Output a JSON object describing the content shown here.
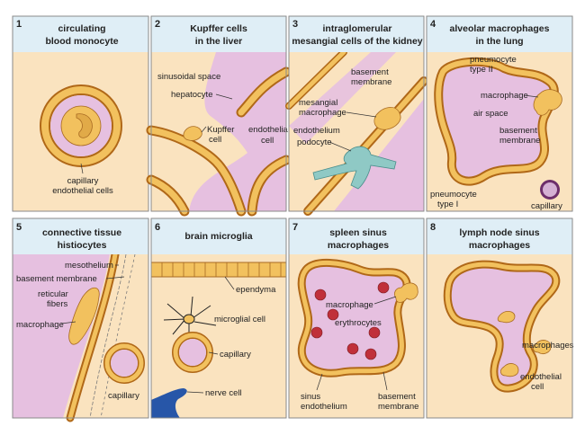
{
  "panels": [
    {
      "number": "1",
      "title": [
        "circulating",
        "blood monocyte"
      ],
      "labels": {
        "capillary": "capillary",
        "endothelial": "endothelial cells"
      }
    },
    {
      "number": "2",
      "title": [
        "Kupffer cells",
        "in the liver"
      ],
      "labels": {
        "sinusoidal": "sinusoidal space",
        "hepatocyte": "hepatocyte",
        "kupffer1": "Kupffer",
        "kupffer2": "cell",
        "endo1": "endothelial",
        "endo2": "cell"
      }
    },
    {
      "number": "3",
      "title": [
        "intraglomerular",
        "mesangial cells of the kidney"
      ],
      "labels": {
        "bm1": "basement",
        "bm2": "membrane",
        "mes1": "mesangial",
        "mes2": "macrophage",
        "endothelium": "endothelium",
        "podocyte": "podocyte"
      }
    },
    {
      "number": "4",
      "title": [
        "alveolar macrophages",
        "in the lung"
      ],
      "labels": {
        "p2a": "pneumocyte",
        "p2b": "type II",
        "macrophage": "macrophage",
        "airspace": "air space",
        "bm1": "basement",
        "bm2": "membrane",
        "p1a": "pneumocyte",
        "p1b": "type I",
        "capillary": "capillary"
      }
    },
    {
      "number": "5",
      "title": [
        "connective tissue",
        "histiocytes"
      ],
      "labels": {
        "mesothelium": "mesothelium",
        "bm": "basement membrane",
        "ret1": "reticular",
        "ret2": "fibers",
        "macrophage": "macrophage",
        "capillary": "capillary"
      }
    },
    {
      "number": "6",
      "title": [
        "brain microglia"
      ],
      "labels": {
        "ependyma": "ependyma",
        "microglial": "microglial cell",
        "capillary": "capillary",
        "nerve": "nerve cell"
      }
    },
    {
      "number": "7",
      "title": [
        "spleen sinus",
        "macrophages"
      ],
      "labels": {
        "macrophage": "macrophage",
        "erythrocytes": "erythrocytes",
        "sinus1": "sinus",
        "sinus2": "endothelium",
        "bm1": "basement",
        "bm2": "membrane"
      }
    },
    {
      "number": "8",
      "title": [
        "lymph node sinus",
        "macrophages"
      ],
      "labels": {
        "macrophages": "macrophages",
        "endo1": "endothelial",
        "endo2": "cell"
      }
    }
  ],
  "colors": {
    "background": "#fae3bf",
    "header": "#dfeef6",
    "lumen": "#e6c0e0",
    "cell": "#f2c15e",
    "membrane": "#b06818",
    "erythrocyte": "#c0303a",
    "podocyte": "#8fc9c5",
    "nerve_cell": "#2756a8"
  }
}
